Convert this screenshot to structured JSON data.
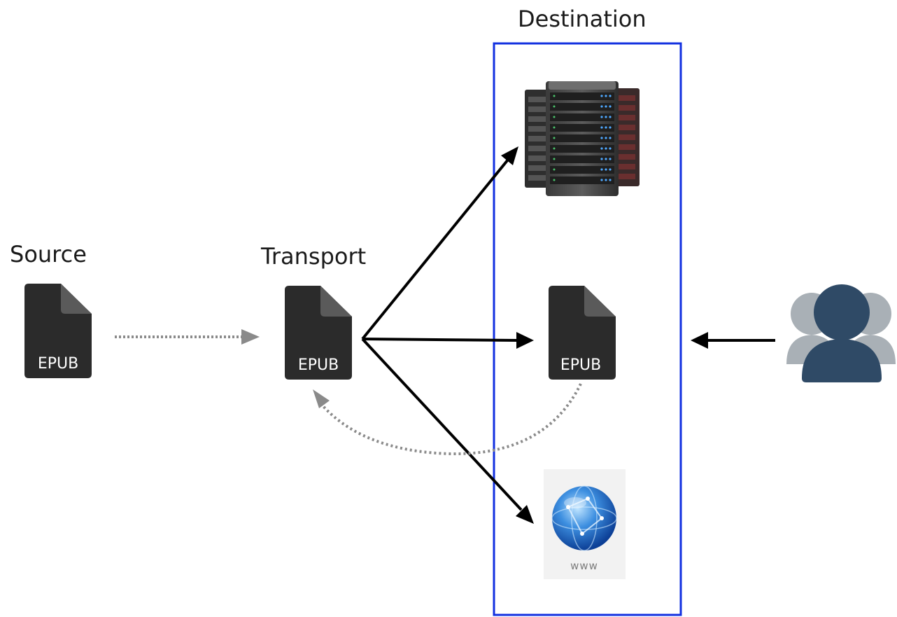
{
  "labels": {
    "source": "Source",
    "transport": "Transport",
    "destination": "Destination"
  },
  "documents": {
    "source_text": "EPUB",
    "transport_text": "EPUB",
    "destination_text": "EPUB"
  },
  "web": {
    "text": "www"
  },
  "colors": {
    "destination_border": "#1230e0",
    "document_body": "#2b2b2b",
    "document_fold": "#5a5a5a",
    "arrow_solid": "#000000",
    "arrow_dotted": "#8a8a8a",
    "user_front": "#2f4a66",
    "user_back": "#a9b0b6"
  },
  "icons": [
    "epub-document-icon",
    "server-rack-icon",
    "globe-www-icon",
    "user-group-icon"
  ]
}
